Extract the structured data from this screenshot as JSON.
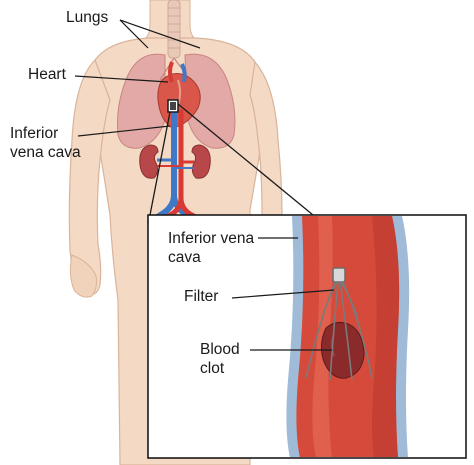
{
  "labels": {
    "lungs": "Lungs",
    "heart": "Heart",
    "ivc_body": "Inferior vena cava",
    "ivc_inset": "Inferior vena cava",
    "filter": "Filter",
    "blood_clot": "Blood clot"
  },
  "colors": {
    "skin": "#f4d9c4",
    "skin_outline": "#d9b49a",
    "lung": "#e2a9a6",
    "heart": "#d9574a",
    "vein_blue": "#3f78c6",
    "artery_red": "#d83a33",
    "kidney": "#b8474a",
    "vessel_wall": "#9fbbd8",
    "vessel_lumen": "#d64a3b",
    "clot": "#8a2a2a",
    "filter_metal": "#8c8c8c",
    "inset_border": "#1a1a1a"
  }
}
